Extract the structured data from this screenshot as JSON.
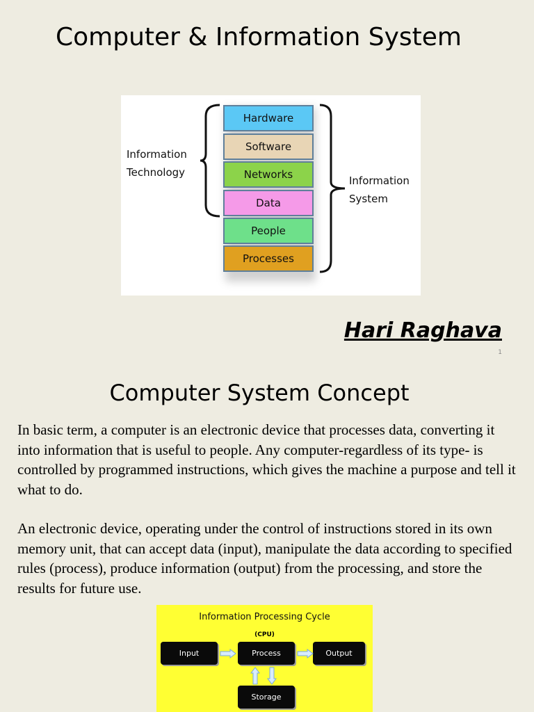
{
  "slide1": {
    "title": "Computer & Information System",
    "diagram": {
      "layers": [
        {
          "label": "Hardware",
          "color": "#5bc8f5"
        },
        {
          "label": "Software",
          "color": "#e8d5b5"
        },
        {
          "label": "Networks",
          "color": "#8cd34a"
        },
        {
          "label": "Data",
          "color": "#f59ae8"
        },
        {
          "label": "People",
          "color": "#6ee08a"
        },
        {
          "label": "Processes",
          "color": "#e0a020"
        }
      ],
      "left_label_line1": "Information",
      "left_label_line2": "Technology",
      "right_label_line1": "Information",
      "right_label_line2": "System"
    },
    "author": "Hari Raghava",
    "page_number": "1"
  },
  "slide2": {
    "title": "Computer System Concept",
    "paragraph1": "In basic term, a computer is an electronic device that processes data, converting it into information that is useful to people. Any computer-regardless of its type- is controlled by programmed instructions, which gives the machine a purpose and tell it what to do.",
    "paragraph2": "An electronic device, operating under the control of instructions stored in its own memory unit, that can accept data (input), manipulate the data according to specified rules (process), produce information (output) from the processing, and store the results for future use.",
    "cycle": {
      "title": "Information Processing Cycle",
      "cpu_label": "(CPU)",
      "input": "Input",
      "process": "Process",
      "output": "Output",
      "storage": "Storage",
      "background": "#ffff33"
    }
  }
}
